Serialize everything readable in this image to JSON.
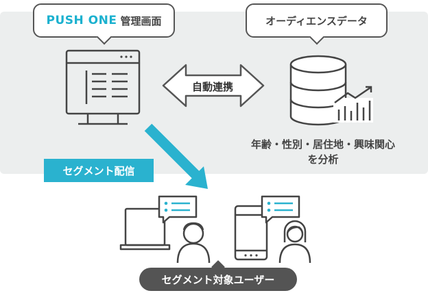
{
  "admin_bubble": {
    "brand": "PUSH ONE",
    "label": "管理画面"
  },
  "audience_bubble": {
    "label": "オーディエンスデータ"
  },
  "sync_label": "自動連携",
  "analysis_caption": {
    "line1": "年齢・性別・居住地・興味関心",
    "line2": "を分析"
  },
  "delivery_tag": "セグメント配信",
  "target_users_label": "セグメント対象ユーザー",
  "colors": {
    "accent": "#2ab2cf",
    "brand": "#1bb1cf",
    "panel": "#eceeee",
    "dark": "#545454"
  },
  "icons": [
    "monitor-icon",
    "database-icon",
    "bar-chart-icon",
    "laptop-icon",
    "smartphone-icon",
    "male-user-icon",
    "female-user-icon",
    "chat-bubble-icon"
  ]
}
